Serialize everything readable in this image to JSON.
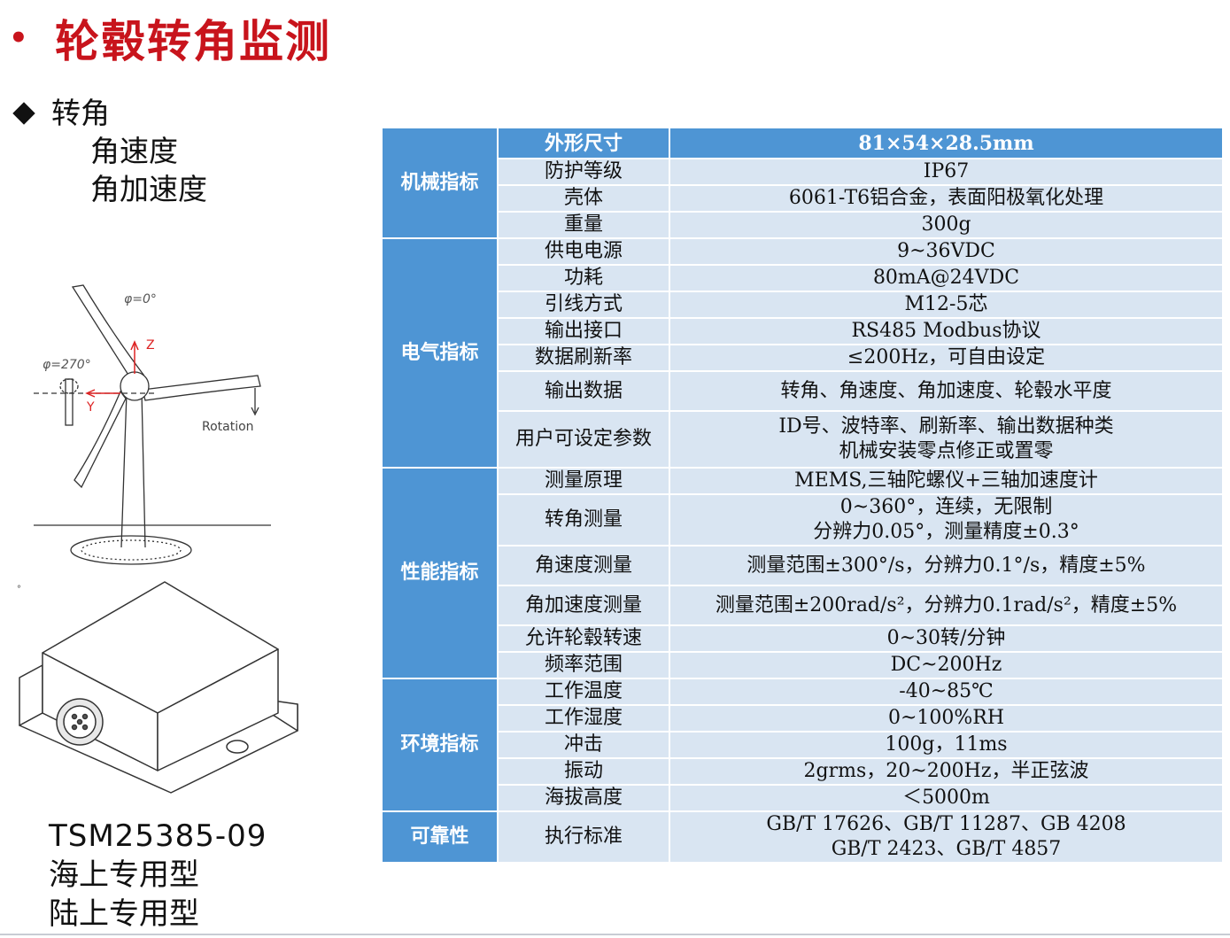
{
  "title": {
    "bullet": "•",
    "text": "轮毂转角监测"
  },
  "features": {
    "first": "转角",
    "second": "角速度",
    "third": "角加速度"
  },
  "diagram": {
    "phi0": "φ=0°",
    "phi270": "φ=270°",
    "axis_z": "Z",
    "axis_y": "Y",
    "rotation": "Rotation"
  },
  "small_mark": "°",
  "model": {
    "code": "TSM25385-09",
    "variant_sea": "海上专用型",
    "variant_land": "陆上专用型"
  },
  "table": {
    "header": {
      "label": "外形尺寸",
      "value": "81×54×28.5mm"
    },
    "categories": {
      "mechanical": "机械指标",
      "electrical": "电气指标",
      "performance": "性能指标",
      "environment": "环境指标",
      "reliability": "可靠性"
    },
    "rows": [
      {
        "label": "防护等级",
        "value": "IP67"
      },
      {
        "label": "壳体",
        "value": "6061-T6铝合金，表面阳极氧化处理"
      },
      {
        "label": "重量",
        "value": "300g"
      },
      {
        "label": "供电电源",
        "value": "9~36VDC"
      },
      {
        "label": "功耗",
        "value": "80mA@24VDC"
      },
      {
        "label": "引线方式",
        "value": "M12-5芯"
      },
      {
        "label": "输出接口",
        "value": "RS485 Modbus协议"
      },
      {
        "label": "数据刷新率",
        "value": "≤200Hz，可自由设定"
      },
      {
        "label": "输出数据",
        "value": "转角、角速度、角加速度、轮毂水平度"
      },
      {
        "label": "用户可设定参数",
        "value": "ID号、波特率、刷新率、输出数据种类",
        "value2": "机械安装零点修正或置零"
      },
      {
        "label": "测量原理",
        "value": "MEMS,三轴陀螺仪+三轴加速度计"
      },
      {
        "label": "转角测量",
        "value": "0~360°，连续，无限制",
        "value2": "分辨力0.05°，测量精度±0.3°"
      },
      {
        "label": "角速度测量",
        "value": "测量范围±300°/s，分辨力0.1°/s，精度±5%"
      },
      {
        "label": "角加速度测量",
        "value": "测量范围±200rad/s²，分辨力0.1rad/s²，精度±5%"
      },
      {
        "label": "允许轮毂转速",
        "value": "0~30转/分钟"
      },
      {
        "label": "频率范围",
        "value": "DC~200Hz"
      },
      {
        "label": "工作温度",
        "value": "-40~85℃"
      },
      {
        "label": "工作湿度",
        "value": "0~100%RH"
      },
      {
        "label": "冲击",
        "value": "100g，11ms"
      },
      {
        "label": "振动",
        "value": "2grms，20~200Hz，半正弦波"
      },
      {
        "label": "海拔高度",
        "value": "＜5000m"
      },
      {
        "label": "执行标准",
        "value": "GB/T 17626、GB/T 11287、GB 4208",
        "value2": "GB/T 2423、GB/T 4857"
      }
    ]
  },
  "colors": {
    "title_red": "#c8141c",
    "category_blue": "#4e95d4",
    "cell_light_blue": "#d9e5f2"
  }
}
